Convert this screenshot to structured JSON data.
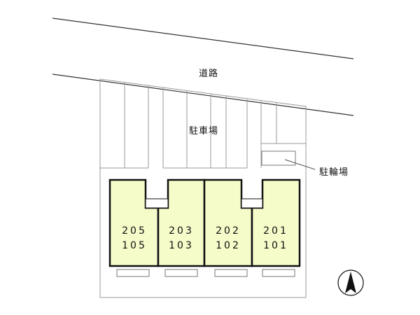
{
  "labels": {
    "road": "道路",
    "parking": "駐車場",
    "bicycle_parking": "駐輪場"
  },
  "units": [
    {
      "upper": "205",
      "lower": "105"
    },
    {
      "upper": "203",
      "lower": "103"
    },
    {
      "upper": "202",
      "lower": "102"
    },
    {
      "upper": "201",
      "lower": "101"
    }
  ],
  "colors": {
    "unit_fill": "#f5fbc9",
    "outline": "#111111",
    "line": "#888888"
  },
  "north_arrow": "north-arrow-icon"
}
